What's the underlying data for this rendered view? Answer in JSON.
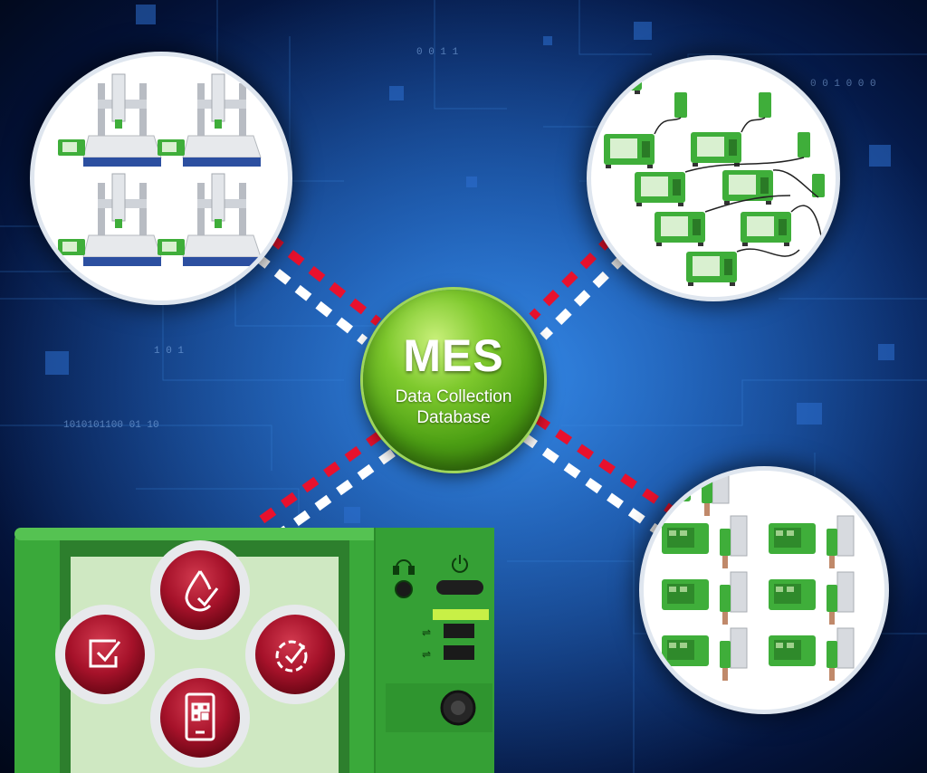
{
  "hub": {
    "title": "MES",
    "subtitle_line1": "Data Collection",
    "subtitle_line2": "Database"
  },
  "colors": {
    "background": "#0a2a6e",
    "hub_green": "#5aab1c",
    "dash_red": "#e8112d",
    "dash_white": "#ffffff",
    "device_green": "#3fae3a",
    "icon_red": "#a6122a"
  },
  "nodes": [
    {
      "id": "robots",
      "content": "dispensing-robot-icon"
    },
    {
      "id": "controllers",
      "content": "dispense-controller-icon"
    },
    {
      "id": "valves",
      "content": "valve-controller-icon"
    }
  ],
  "controller_icons": [
    "dispense-drop-check-icon",
    "checkbox-icon",
    "settings-check-icon",
    "qr-phone-icon"
  ]
}
